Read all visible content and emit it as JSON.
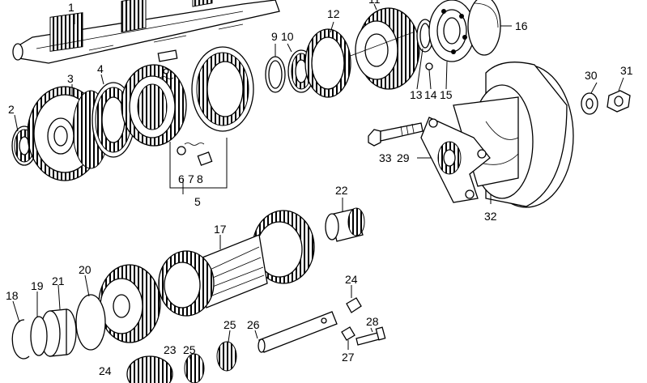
{
  "labels": {
    "l1": "1",
    "l2": "2",
    "l3": "3",
    "l4": "4",
    "l5": "5",
    "l6": "6",
    "l7": "7",
    "l8": "8",
    "l9": "9",
    "l10": "10",
    "l11": "11",
    "l12": "12",
    "l13": "13",
    "l14": "14",
    "l15": "15",
    "l16": "16",
    "l17": "17",
    "l18": "18",
    "l19": "19",
    "l20": "20",
    "l21": "21",
    "l22": "22",
    "l23": "23",
    "l24a": "24",
    "l24b": "24",
    "l25a": "25",
    "l25b": "25",
    "l26": "26",
    "l27": "27",
    "l28": "28",
    "l29": "29",
    "l30": "30",
    "l31": "31",
    "l32": "32",
    "l33": "33"
  }
}
